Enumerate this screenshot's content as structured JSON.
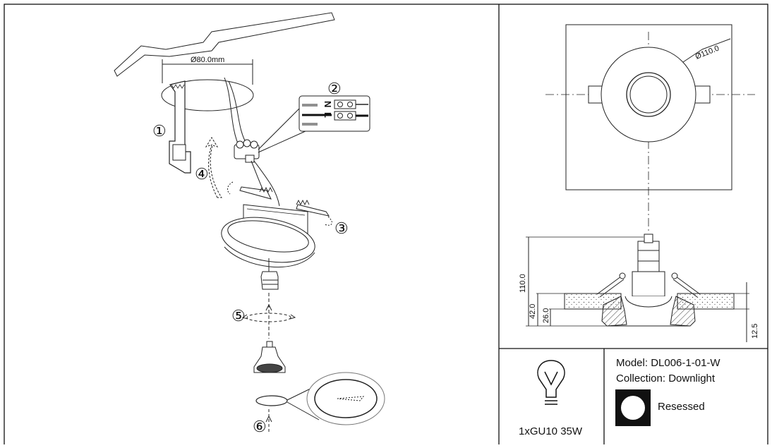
{
  "install": {
    "cutout_diameter": "Ø80.0mm",
    "steps": [
      "①",
      "②",
      "③",
      "④",
      "⑤",
      "⑥"
    ],
    "terminal_labels": {
      "neutral": "N",
      "live": "L"
    }
  },
  "drawing": {
    "outer_diameter": "Ø110.0",
    "dims": {
      "total_height": "110.0",
      "ceiling_height": "42.0",
      "inner_height": "26.0",
      "flange_height": "12.5"
    }
  },
  "info": {
    "lamp": "1xGU10 35W",
    "model": "Model: DL006-1-01-W",
    "collection": "Collection: Downlight",
    "mount": "Resessed"
  }
}
